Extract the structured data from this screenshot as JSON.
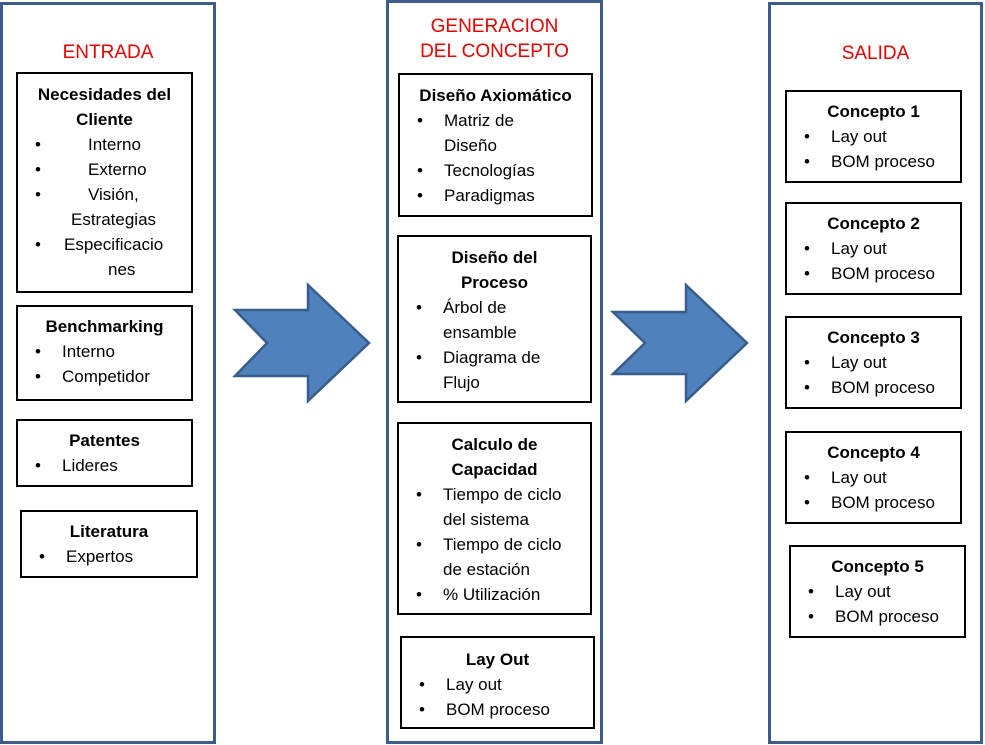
{
  "columns": {
    "entrada": {
      "title": "ENTRADA",
      "boxes": [
        {
          "title": [
            "Necesidades del",
            "Cliente"
          ],
          "items": [
            "Interno",
            "Externo",
            "Visión,",
            "Estrategias",
            "Especificacio",
            "nes"
          ]
        },
        {
          "title": [
            "Benchmarking"
          ],
          "items": [
            "Interno",
            "Competidor"
          ]
        },
        {
          "title": [
            "Patentes"
          ],
          "items": [
            "Lideres"
          ]
        },
        {
          "title": [
            "Literatura"
          ],
          "items": [
            "Expertos"
          ]
        }
      ]
    },
    "generacion": {
      "title": [
        "GENERACION",
        "DEL CONCEPTO"
      ],
      "boxes": [
        {
          "title": [
            "Diseño Axiomático"
          ],
          "items": [
            "Matriz de",
            "Diseño",
            "Tecnologías",
            "Paradigmas"
          ]
        },
        {
          "title": [
            "Diseño del",
            "Proceso"
          ],
          "items": [
            "Árbol de",
            "ensamble",
            "Diagrama de",
            "Flujo"
          ]
        },
        {
          "title": [
            "Calculo de",
            "Capacidad"
          ],
          "items": [
            "Tiempo de ciclo",
            "del sistema",
            "Tiempo de ciclo",
            "de estación",
            "% Utilización"
          ]
        },
        {
          "title": [
            "Lay Out"
          ],
          "items": [
            "Lay out",
            "BOM proceso"
          ]
        }
      ]
    },
    "salida": {
      "title": "SALIDA",
      "boxes": [
        {
          "title": [
            "Concepto 1"
          ],
          "items": [
            "Lay out",
            "BOM proceso"
          ]
        },
        {
          "title": [
            "Concepto 2"
          ],
          "items": [
            "Lay out",
            "BOM proceso"
          ]
        },
        {
          "title": [
            "Concepto 3"
          ],
          "items": [
            "Lay out",
            "BOM proceso"
          ]
        },
        {
          "title": [
            "Concepto 4"
          ],
          "items": [
            "Lay out",
            "BOM proceso"
          ]
        },
        {
          "title": [
            "Concepto 5"
          ],
          "items": [
            "Lay out",
            "BOM proceso"
          ]
        }
      ]
    }
  },
  "colors": {
    "column_border": "#3d5c8a",
    "title_red": "#e60000",
    "arrow_fill": "#4f81bd",
    "arrow_stroke": "#385d8a"
  }
}
